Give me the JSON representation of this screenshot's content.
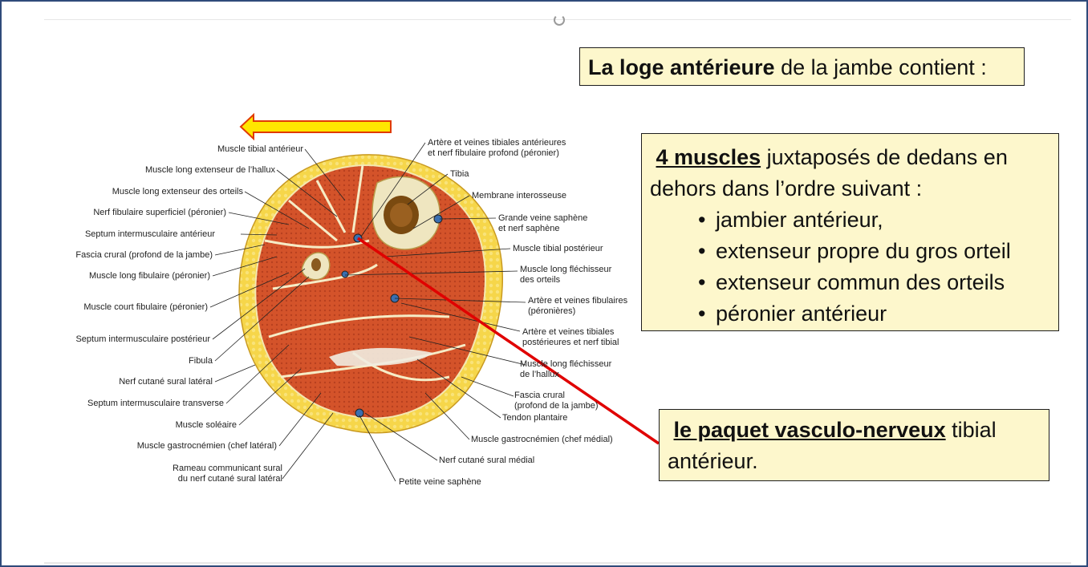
{
  "title_box": {
    "bold": "La loge antérieure",
    "rest": " de la jambe contient :"
  },
  "muscles_box": {
    "bold": "4 muscles",
    "intro_rest": " juxtaposés de dedans en",
    "intro_line2": "dehors dans l’ordre suivant :",
    "items": [
      "jambier antérieur,",
      "extenseur propre du gros orteil",
      "extenseur commun des orteils",
      "péronier antérieur"
    ]
  },
  "paquet_box": {
    "bold": "le paquet vasculo-nerveux",
    "rest": " tibial",
    "line2": "antérieur."
  },
  "colors": {
    "box_fill": "#fdf7cc",
    "arrow_fill": "#ffe600",
    "arrow_stroke": "#e03a00",
    "pointer": "#e00000",
    "muscle": "#d4532a",
    "fat": "#f6d64a",
    "bone": "#efe6c0"
  },
  "figure": {
    "left_labels": [
      "Muscle tibial antérieur",
      "Muscle long extenseur de l’hallux",
      "Muscle long extenseur des orteils",
      "Nerf fibulaire superficiel (péronier)",
      "Septum intermusculaire antérieur",
      "Fascia crural (profond de la jambe)",
      "Muscle long fibulaire (péronier)",
      "Muscle court fibulaire (péronier)",
      "Septum intermusculaire postérieur",
      "Fibula",
      "Nerf cutané sural latéral",
      "Septum intermusculaire transverse",
      "Muscle soléaire",
      "Muscle gastrocnémien (chef latéral)",
      "Rameau communicant sural",
      "du nerf cutané sural latéral"
    ],
    "right_labels": [
      "Artère et veines tibiales antérieures",
      "et nerf fibulaire profond (péronier)",
      "Tibia",
      "Membrane interosseuse",
      "Grande veine saphène",
      "et nerf saphène",
      "Muscle tibial postérieur",
      "Muscle long fléchisseur",
      "des orteils",
      "Artère et veines fibulaires",
      "(péronières)",
      "Artère et veines tibiales",
      "postérieures et nerf tibial",
      "Muscle long fléchisseur",
      "de l’hallux",
      "Fascia crural",
      "(profond de la jambe)",
      "Tendon plantaire",
      "Muscle gastrocnémien (chef médial)",
      "Nerf cutané sural médial",
      "Petite veine saphène"
    ]
  }
}
